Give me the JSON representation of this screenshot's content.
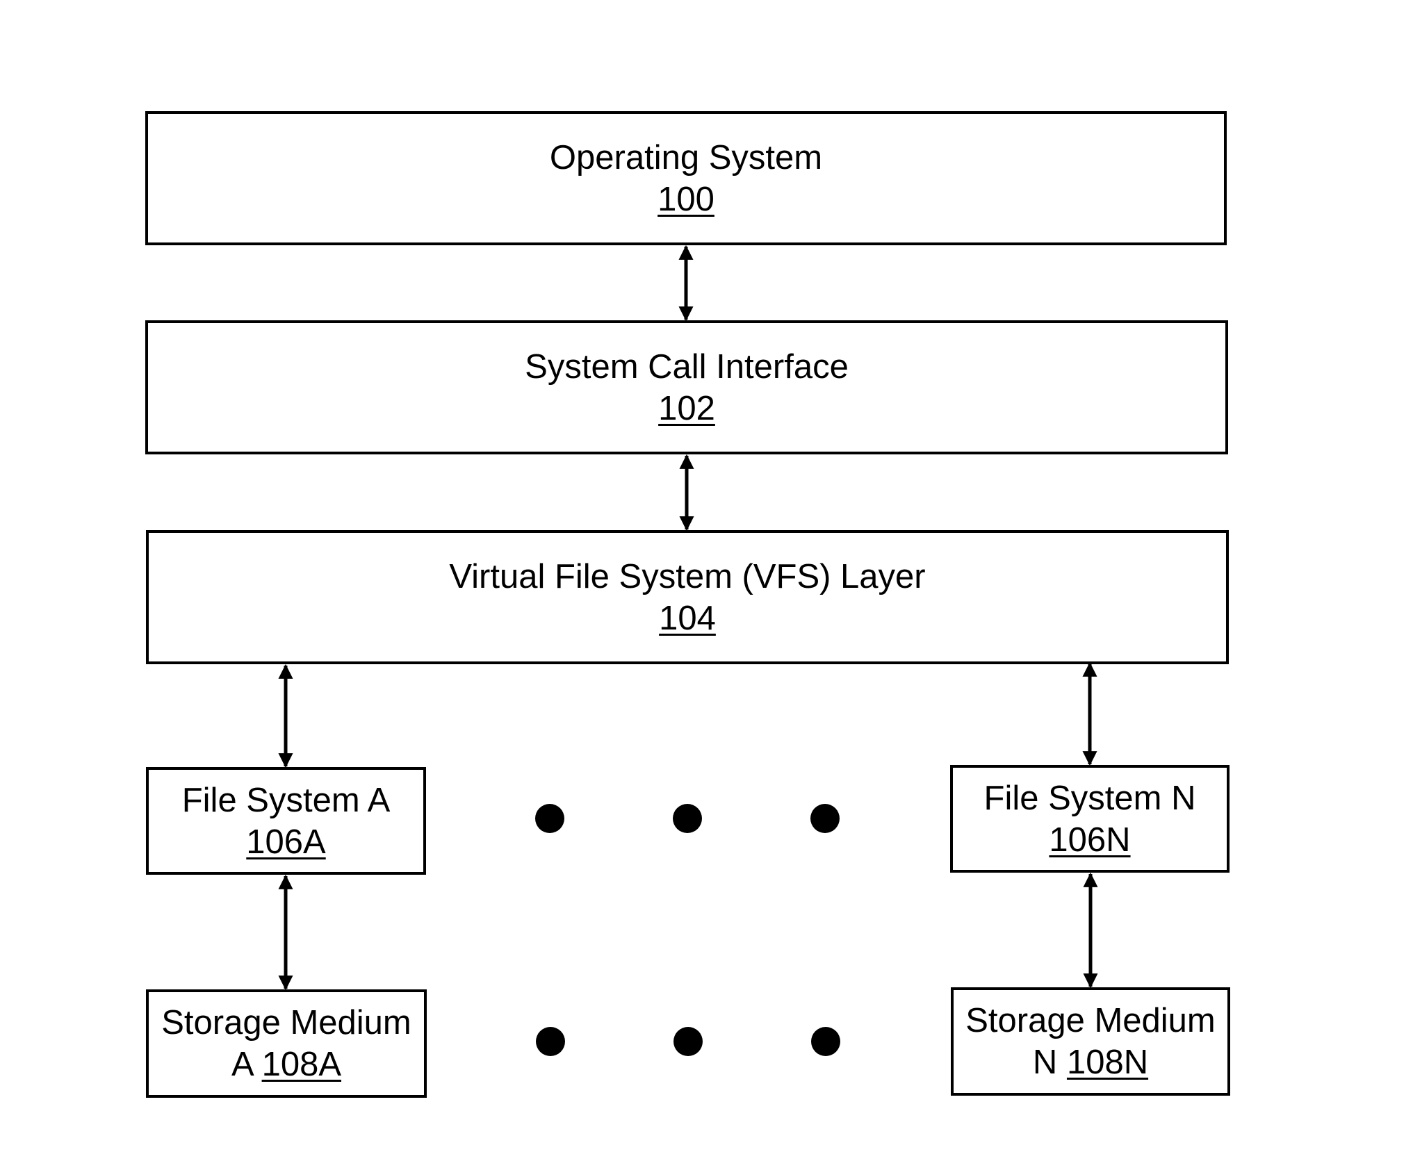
{
  "diagram": {
    "operating_system": {
      "label": "Operating System",
      "ref": "100"
    },
    "system_call_interface": {
      "label": "System Call Interface",
      "ref": "102"
    },
    "vfs_layer": {
      "label": "Virtual File System (VFS) Layer",
      "ref": "104"
    },
    "file_system_a": {
      "label": "File System A",
      "ref": "106A"
    },
    "file_system_n": {
      "label": "File System N",
      "ref": "106N"
    },
    "storage_medium_a": {
      "label_line1": "Storage Medium",
      "label_line2": "A",
      "ref": "108A"
    },
    "storage_medium_n": {
      "label_line1": "Storage Medium",
      "label_line2": "N",
      "ref": "108N"
    }
  }
}
